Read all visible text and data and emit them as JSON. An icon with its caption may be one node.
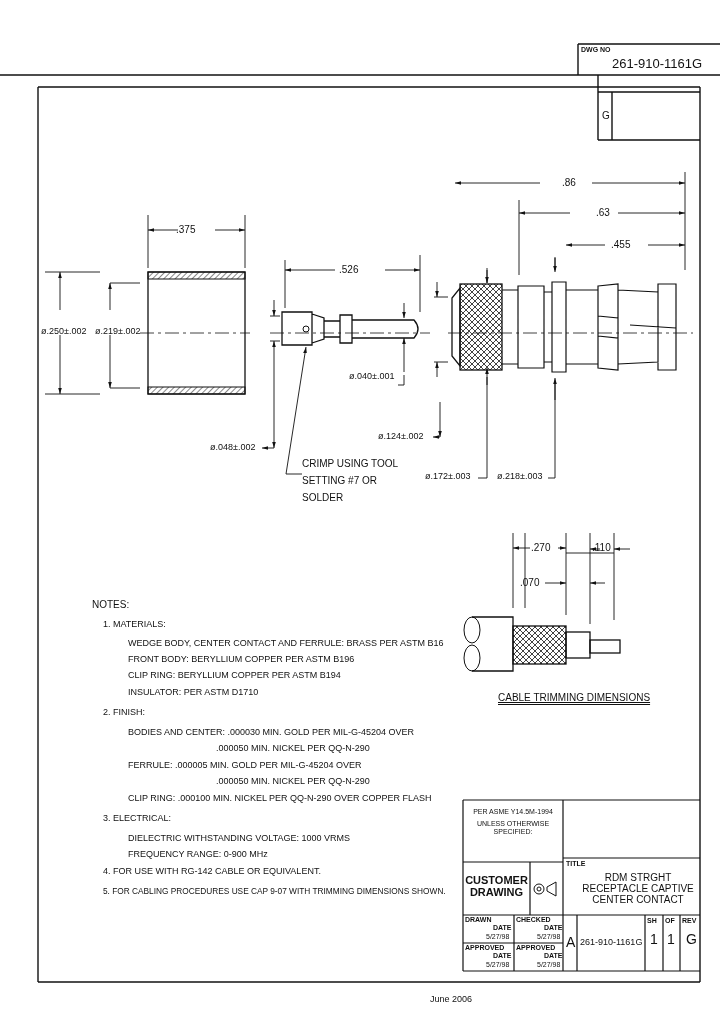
{
  "diagram": {
    "nodes": [
      {
        "text": [],
        "shape": "picture"
      },
      {
        "text": [],
        "shape": "picture"
      },
      {
        "text": [],
        "shape": "picture"
      },
      {
        "text": [],
        "shape": "picture",
        "beside": [
          "CABLE TRIMMING DIMENSIONS"
        ]
      },
      {
        "text": [
          "CRIMP USING TOOL SETTING #7 OR SOLDER"
        ]
      }
    ],
    "edges": [
      {
        "from": 4,
        "to": 1,
        "arrow": "to"
      }
    ],
    "labels": [
      "DWG NO",
      "261-910-1161G",
      "G",
      ".375",
      ".86",
      ".63",
      ".455",
      ".526",
      "ø.250±.002",
      "ø.219±.002",
      "ø.040±.001",
      "ø.048±.002",
      "ø.124±.002",
      "ø.172±.003",
      "ø.218±.003",
      ".270",
      ".110",
      ".070",
      "NOTES:",
      "1. MATERIALS:",
      "WEDGE BODY, CENTER CONTACT AND FERRULE: BRASS PER ASTM B16",
      "FRONT BODY: BERYLLIUM COPPER PER ASTM B196",
      "CLIP RING: BERYLLIUM COPPER PER ASTM B194",
      "INSULATOR: PER ASTM D1710",
      "2. FINISH:",
      "BODIES AND CENTER: .000030 MIN. GOLD PER MIL-G-45204 OVER",
      ".000050 MIN. NICKEL PER QQ-N-290",
      "FERRULE: .000005 MIN. GOLD PER MIL-G-45204 OVER",
      ".000050 MIN. NICKEL PER QQ-N-290",
      "CLIP RING: .000100 MIN. NICKEL PER QQ-N-290 OVER COPPER FLASH",
      "3. ELECTRICAL:",
      "DIELECTRIC WITHSTANDING VOLTAGE: 1000 VRMS",
      "FREQUENCY RANGE: 0-900 MHz",
      "4. FOR USE WITH RG-142 CABLE OR EQUIVALENT.",
      "5. FOR CABLING PROCEDURES USE CAP 9-07 WITH TRIMMING DIMENSIONS SHOWN.",
      "PER ASME Y14.5M-1994",
      "UNLESS OTHERWISE SPECIFIED:",
      "CUSTOMER DRAWING",
      "TITLE",
      "RDM STRGHT RECEPTACLE CAPTIVE CENTER CONTACT",
      "DRAWN",
      "DATE",
      "CHECKED",
      "DATE",
      "5/27/98",
      "5/27/98",
      "APPROVED",
      "DATE",
      "APPROVED",
      "DATE",
      "5/27/98",
      "5/27/98",
      "A",
      "261-910-1161G",
      "SH",
      "OF",
      "REV",
      "1",
      "1",
      "G",
      "June 2006"
    ]
  }
}
